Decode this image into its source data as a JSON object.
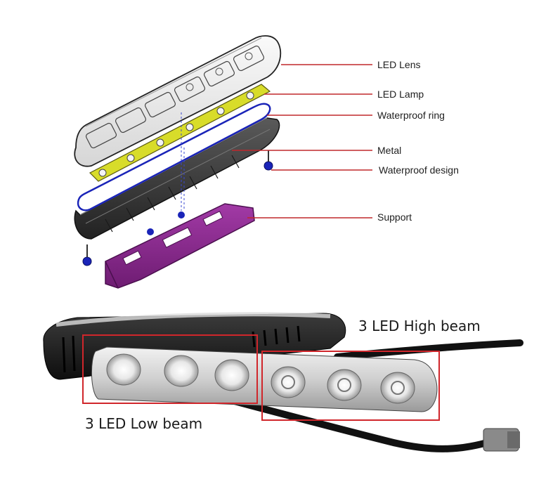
{
  "callouts": [
    {
      "label": "LED Lens"
    },
    {
      "label": "LED Lamp"
    },
    {
      "label": "Waterproof ring"
    },
    {
      "label": "Metal"
    },
    {
      "label": "Waterproof design"
    },
    {
      "label": "Support"
    }
  ],
  "beams": {
    "high_label": "3 LED High beam",
    "low_label": "3 LED Low beam"
  },
  "colors": {
    "callout_line": "#c0282c",
    "highlight_box": "#d0262b",
    "lens": "#f0f0f0",
    "pcb": "#d8dc2a",
    "housing": "#3a3a3a",
    "ring": "#1a24b8",
    "support": "#8a2a8c",
    "background": "#ffffff"
  }
}
